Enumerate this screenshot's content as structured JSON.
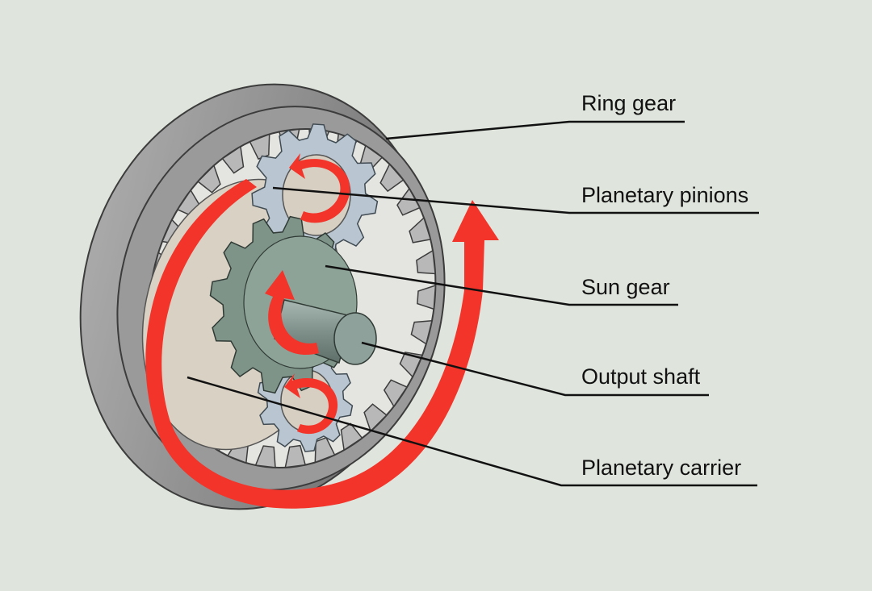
{
  "labels": {
    "ring_gear": "Ring gear",
    "planetary_pinions": "Planetary pinions",
    "sun_gear": "Sun gear",
    "output_shaft": "Output shaft",
    "planetary_carrier": "Planetary carrier"
  },
  "colors": {
    "background": "#dfe5dc",
    "ring_gear": "#8c8c8c",
    "pinion": "#b9c6d1",
    "sun_gear": "#7f9489",
    "carrier": "#d9d2c4",
    "arrow": "#f2342a",
    "leader_line": "#111111"
  }
}
